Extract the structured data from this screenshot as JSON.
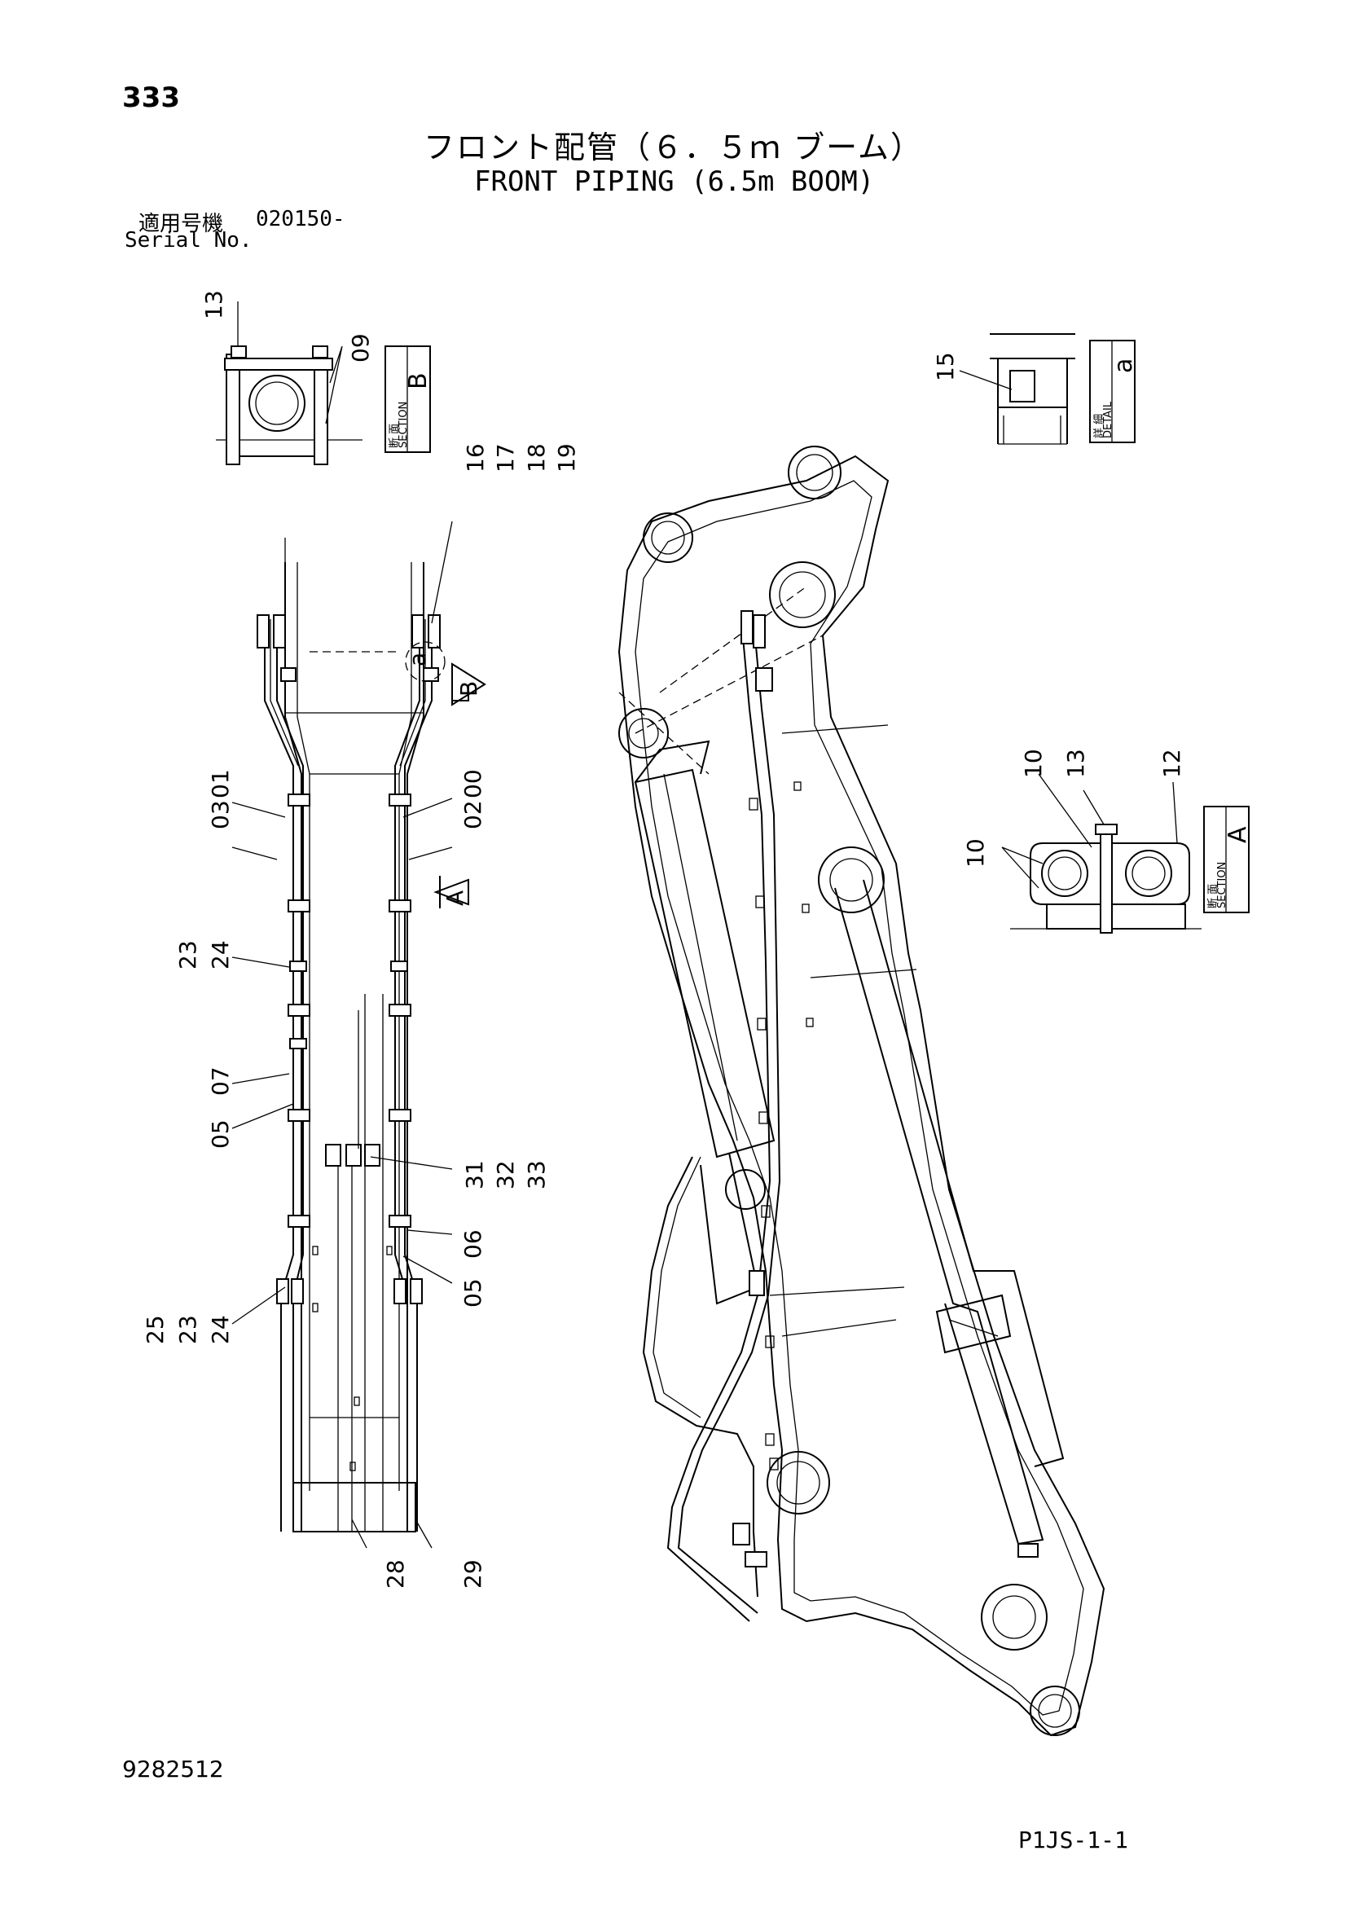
{
  "header": {
    "page_number": "333",
    "title_jp": "フロント配管（６．５ｍ ブーム）",
    "title_en": "FRONT PIPING (6.5m BOOM)",
    "serial_label_jp": "適用号機",
    "serial_value": "020150-",
    "serial_label_en": "Serial No."
  },
  "footer": {
    "drawing_number": "9282512",
    "page_code": "P1JS-1-1"
  },
  "views": {
    "section_b": {
      "letter": "B",
      "jp": "断 面",
      "en": "SECTION"
    },
    "section_a": {
      "letter": "A",
      "jp": "断 面",
      "en": "SECTION"
    },
    "detail_a": {
      "letter": "a",
      "jp": "詳 細",
      "en": "DETAIL"
    },
    "arrow_a": "A",
    "arrow_b": "B",
    "detail_mark": "a"
  },
  "callouts": {
    "c13_top": "13",
    "c09": "09",
    "c15": "15",
    "c16": "16",
    "c17": "17",
    "c18": "18",
    "c19": "19",
    "c03": "03",
    "c01": "01",
    "c02": "02",
    "c00": "00",
    "c23a": "23",
    "c24a": "24",
    "c07": "07",
    "c05a": "05",
    "c31": "31",
    "c32": "32",
    "c33": "33",
    "c06": "06",
    "c05b": "05",
    "c25": "25",
    "c23b": "23",
    "c24b": "24",
    "c28": "28",
    "c29": "29",
    "c10a": "10",
    "c13b": "13",
    "c12": "12",
    "c10b": "10"
  }
}
